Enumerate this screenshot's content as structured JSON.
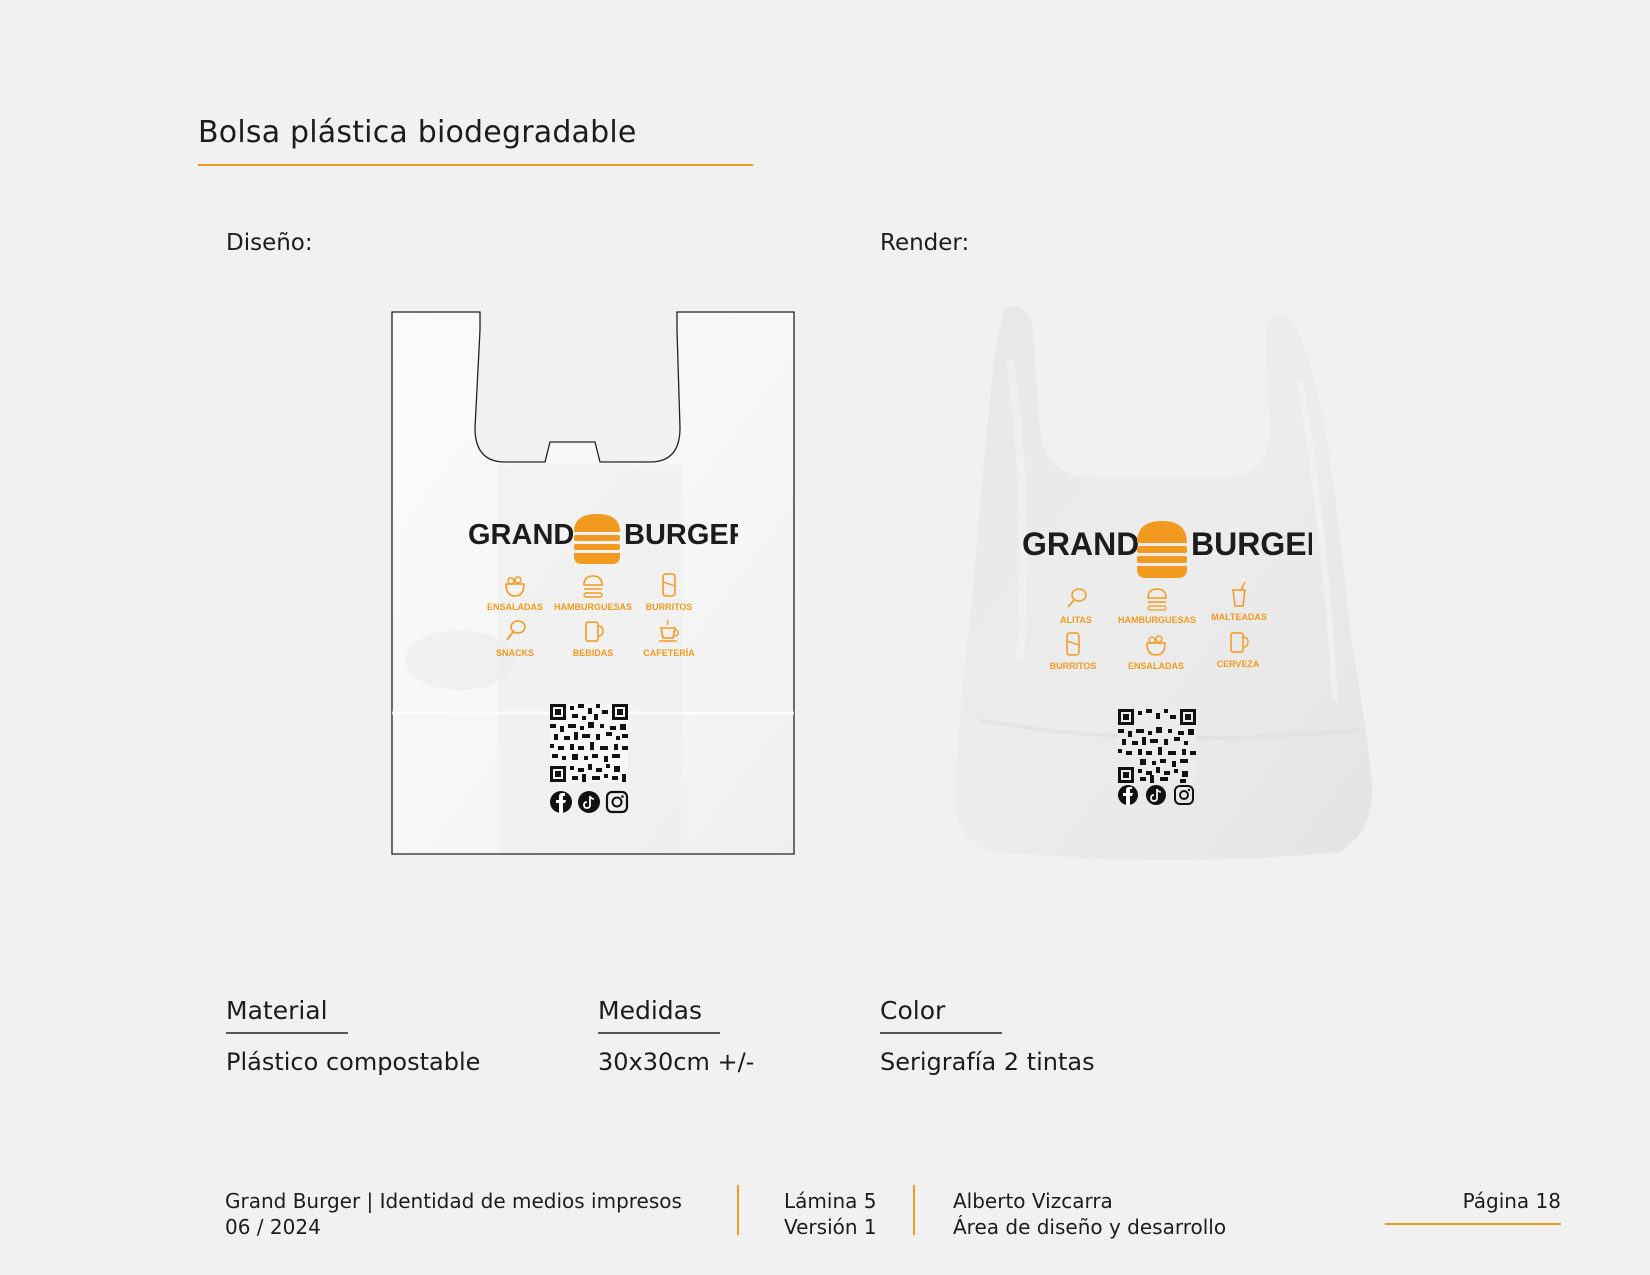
{
  "title": "Bolsa plástica biodegradable",
  "labels": {
    "design": "Diseño:",
    "render": "Render:"
  },
  "brand": {
    "word_left": "GRAND",
    "word_right": "BURGER",
    "accent": "#f29a1f"
  },
  "design_menu": [
    {
      "label": "ENSALADAS",
      "icon": "salad-bowl-icon"
    },
    {
      "label": "HAMBURGUESAS",
      "icon": "burger-icon"
    },
    {
      "label": "BURRITOS",
      "icon": "burrito-icon"
    },
    {
      "label": "SNACKS",
      "icon": "drumstick-icon"
    },
    {
      "label": "BEBIDAS",
      "icon": "beer-mug-icon"
    },
    {
      "label": "CAFETERÍA",
      "icon": "coffee-cup-icon"
    }
  ],
  "render_menu": [
    {
      "label": "ALITAS",
      "icon": "drumstick-icon"
    },
    {
      "label": "HAMBURGUESAS",
      "icon": "burger-icon"
    },
    {
      "label": "MALTEADAS",
      "icon": "milkshake-icon"
    },
    {
      "label": "BURRITOS",
      "icon": "burrito-icon"
    },
    {
      "label": "ENSALADAS",
      "icon": "salad-bowl-icon"
    },
    {
      "label": "CERVEZA",
      "icon": "beer-mug-icon"
    }
  ],
  "social_icons": [
    "facebook-icon",
    "tiktok-icon",
    "instagram-icon"
  ],
  "specs": {
    "material": {
      "label": "Material",
      "value": "Plástico compostable"
    },
    "size": {
      "label": "Medidas",
      "value": "30x30cm +/-"
    },
    "color": {
      "label": "Color",
      "value": "Serigrafía 2 tintas"
    }
  },
  "footer": {
    "project": "Grand Burger | Identidad de medios impresos",
    "date": "06 / 2024",
    "sheet": "Lámina 5",
    "version": "Versión 1",
    "author": "Alberto Vizcarra",
    "department": "Área de diseño y desarrollo",
    "page": "Página 18"
  }
}
